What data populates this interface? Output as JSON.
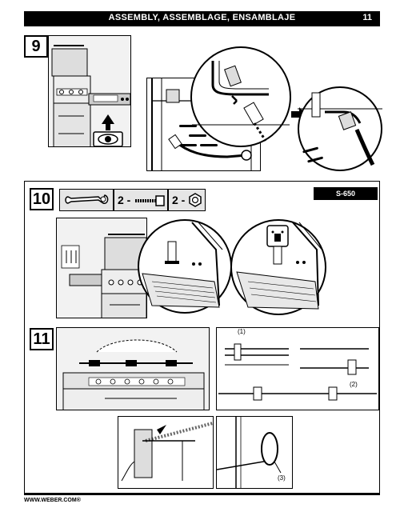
{
  "header": {
    "title": "ASSEMBLY, ASSEMBLAGE, ENSAMBLAJE",
    "page_number": "11"
  },
  "steps": {
    "step9": "9",
    "step10": "10",
    "step11": "11"
  },
  "model": {
    "label": "S-650"
  },
  "parts": {
    "bolt_qty": "2 -",
    "nut_qty": "2 -"
  },
  "callouts": {
    "c1": "(1)",
    "c2": "(2)",
    "c3": "(3)"
  },
  "footer": {
    "url": "WWW.WEBER.COM®"
  },
  "icons": [
    "eye-icon",
    "arrow-up-icon",
    "wrench-icon",
    "bolt-icon",
    "nut-icon"
  ]
}
